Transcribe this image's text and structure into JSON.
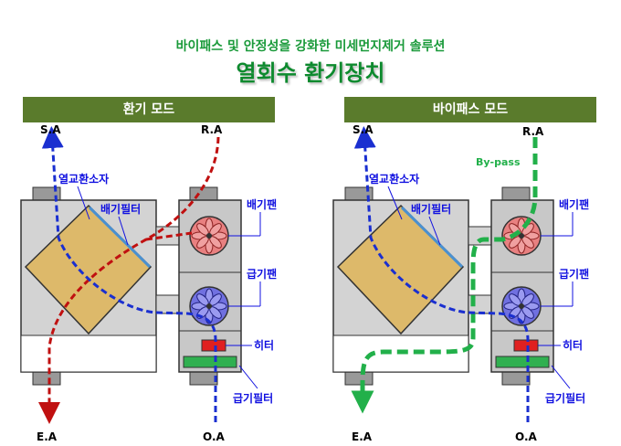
{
  "header": {
    "subtitle": "바이패스 및 안정성을 강화한 미세먼지제거 솔루션",
    "title": "열회수 환기장치"
  },
  "panels": [
    {
      "mode": "환기 모드",
      "ports": {
        "sa": "S.A",
        "ra": "R.A",
        "ea": "E.A",
        "oa": "O.A"
      },
      "labels": {
        "heat_exchanger": "열교환소자",
        "exhaust_filter": "배기필터",
        "exhaust_fan": "배기팬",
        "supply_fan": "급기팬",
        "heater": "히터",
        "supply_filter": "급기필터"
      }
    },
    {
      "mode": "바이패스 모드",
      "ports": {
        "sa": "S.A",
        "ra": "R.A",
        "ea": "E.A",
        "oa": "O.A"
      },
      "labels": {
        "heat_exchanger": "열교환소자",
        "exhaust_filter": "배기필터",
        "exhaust_fan": "배기팬",
        "supply_fan": "급기팬",
        "heater": "히터",
        "supply_filter": "급기필터"
      },
      "bypass_label": "By-pass"
    }
  ],
  "colors": {
    "title_green": "#0d8a2e",
    "banner": "#5a7b2c",
    "supply_flow": "#1a2fd0",
    "exhaust_flow": "#c01010",
    "bypass_flow": "#22b04a",
    "label_blue": "#1010e0"
  }
}
